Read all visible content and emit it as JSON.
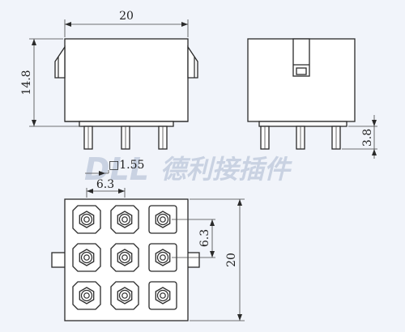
{
  "dimensions": {
    "front_width": "20",
    "front_height": "14.8",
    "side_pin_length": "3.8",
    "pin_square": "□1.55",
    "pitch_horizontal": "6.3",
    "pitch_vertical": "6.3",
    "bottom_height": "20"
  },
  "watermark": {
    "brand": "DLL",
    "text": "德利接插件"
  },
  "pin_grid": {
    "rows": 3,
    "cols": 3
  },
  "colors": {
    "background": "#f1f4fa",
    "line": "#2a2a2a",
    "watermark": "#c9d2e2"
  }
}
